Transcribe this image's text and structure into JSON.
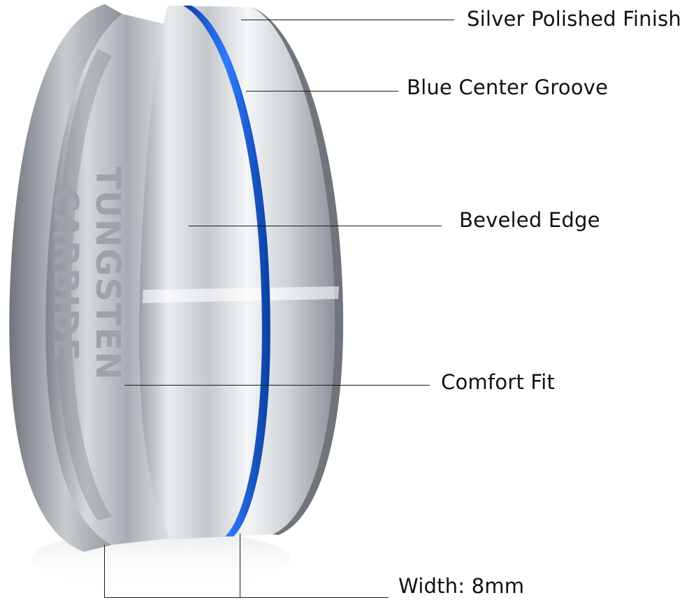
{
  "engraving": {
    "line1": "TUNGSTEN",
    "line2": "CARBIDE"
  },
  "callouts": {
    "finish": "Silver Polished Finish",
    "groove": "Blue Center Groove",
    "edge": "Beveled Edge",
    "fit": "Comfort Fit",
    "width": "Width: 8mm"
  },
  "colors": {
    "silver": "#cfd3d7",
    "groove": "#1f63d6",
    "text": "#111111"
  }
}
